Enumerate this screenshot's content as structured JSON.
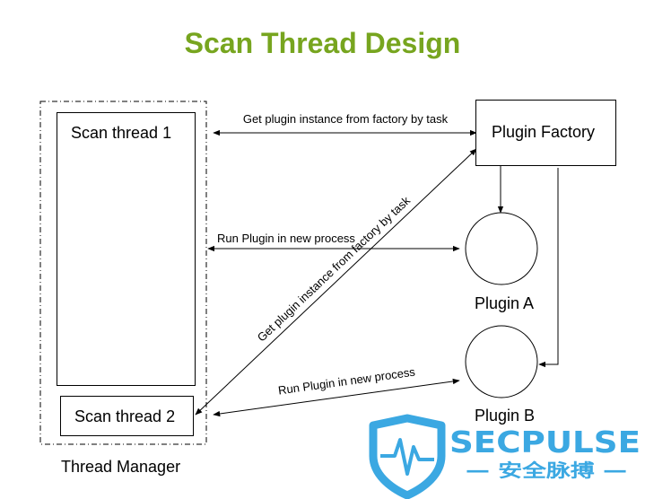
{
  "title": "Scan Thread Design",
  "colors": {
    "title": "#77a51f",
    "watermark": "#2ba1e0",
    "line": "#000000"
  },
  "thread_manager": {
    "label": "Thread Manager"
  },
  "scan_thread_1": {
    "label": "Scan thread 1"
  },
  "scan_thread_2": {
    "label": "Scan thread 2"
  },
  "plugin_factory": {
    "label": "Plugin Factory"
  },
  "plugin_a": {
    "label": "Plugin A"
  },
  "plugin_b": {
    "label": "Plugin B"
  },
  "edges": {
    "get_instance_top": "Get plugin instance from factory by task",
    "run_plugin_a": "Run Plugin in new process",
    "get_instance_diag": "Get plugin instance from factory by task",
    "run_plugin_b": "Run Plugin in new process"
  },
  "watermark": {
    "brand": "SECPULSE",
    "subtitle": "— 安全脉搏 —",
    "icon": "shield-pulse-icon"
  }
}
